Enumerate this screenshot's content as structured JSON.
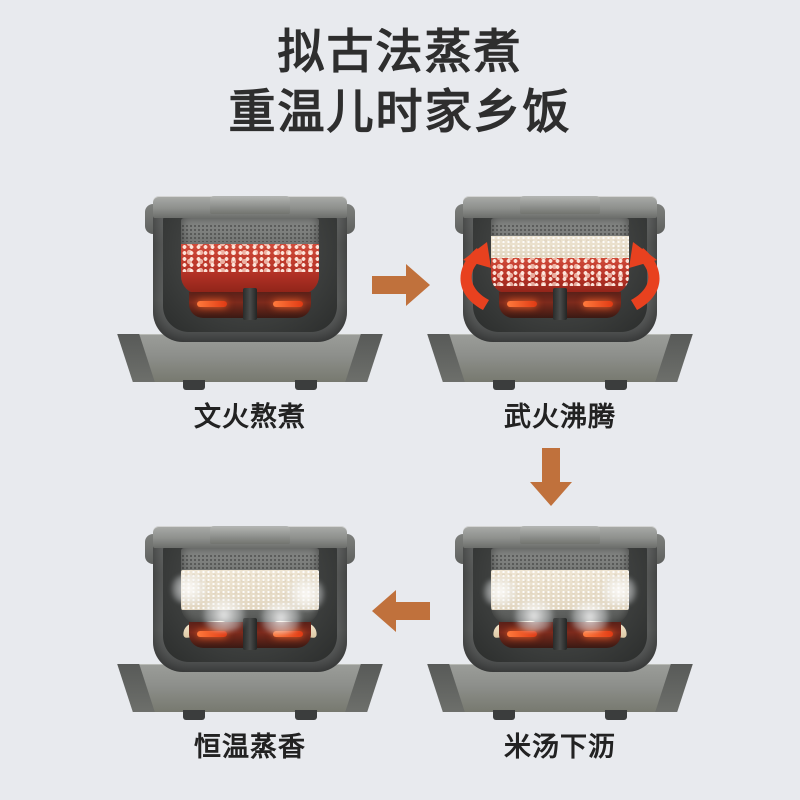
{
  "background_color": "#e8eaee",
  "title": {
    "line1": "拟古法蒸煮",
    "line2": "重温儿时家乡饭",
    "color": "#2e2e2e"
  },
  "accent_colors": {
    "flow_arrow": "#c0713c",
    "circulation_arrow": "#e8411f",
    "liquid_red": "#b63327",
    "rice_cream": "#e7dcc6",
    "body_gray": "#5c5e5d"
  },
  "steps": [
    {
      "id": "step-1",
      "position": "top-left",
      "label": "文火熬煮",
      "state": "simmer",
      "description_icons": [
        "rice-cooker-cutaway-icon",
        "red-liquid-icon",
        "bubbles-icon"
      ]
    },
    {
      "id": "step-2",
      "position": "top-right",
      "label": "武火沸腾",
      "state": "boil",
      "description_icons": [
        "rice-cooker-cutaway-icon",
        "circulation-arrow-icon",
        "floating-rice-icon"
      ]
    },
    {
      "id": "step-3",
      "position": "bottom-right",
      "label": "米汤下沥",
      "state": "drain",
      "description_icons": [
        "rice-cooker-cutaway-icon",
        "steam-icon",
        "drained-soup-icon"
      ]
    },
    {
      "id": "step-4",
      "position": "bottom-left",
      "label": "恒温蒸香",
      "state": "steam",
      "description_icons": [
        "rice-cooker-cutaway-icon",
        "steam-icon",
        "steamed-rice-icon"
      ]
    }
  ],
  "flow_arrows": [
    {
      "id": "arrow-1",
      "direction": "right",
      "from": "step-1",
      "to": "step-2",
      "icon": "arrow-right-icon"
    },
    {
      "id": "arrow-2",
      "direction": "down",
      "from": "step-2",
      "to": "step-3",
      "icon": "arrow-down-icon"
    },
    {
      "id": "arrow-3",
      "direction": "left",
      "from": "step-3",
      "to": "step-4",
      "icon": "arrow-left-icon"
    }
  ]
}
